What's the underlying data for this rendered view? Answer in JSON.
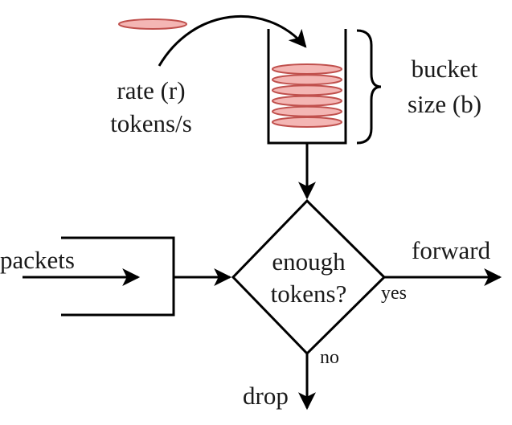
{
  "labels": {
    "rate_line1": "rate (r)",
    "rate_line2": "tokens/s",
    "bucket_line1": "bucket",
    "bucket_line2": "size (b)",
    "packets": "packets",
    "decision_line1": "enough",
    "decision_line2": "tokens?",
    "yes": "yes",
    "no": "no",
    "forward": "forward",
    "drop": "drop"
  },
  "bucket": {
    "token_count": 6
  },
  "colors": {
    "token_fill": "#f4b6b4",
    "token_stroke": "#c0504d",
    "stroke": "#000000",
    "text": "#1a1a1a"
  }
}
